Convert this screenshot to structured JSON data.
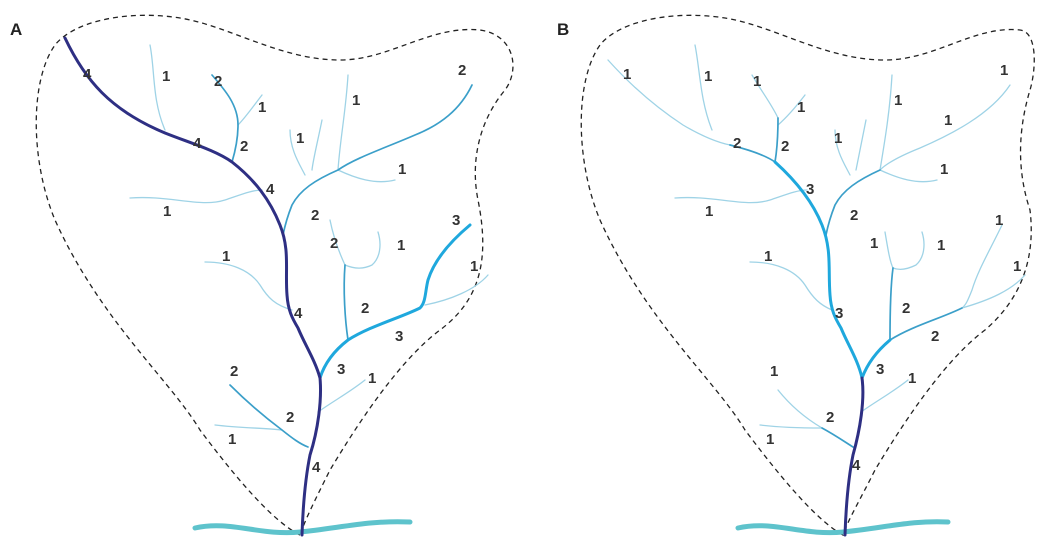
{
  "panels": [
    {
      "id": "A",
      "letter": "A",
      "labels": [
        "4",
        "1",
        "2",
        "1",
        "1",
        "4",
        "2",
        "1",
        "2",
        "1",
        "4",
        "1",
        "2",
        "2",
        "1",
        "3",
        "1",
        "1",
        "4",
        "2",
        "3",
        "3",
        "1",
        "2",
        "2",
        "1",
        "4"
      ]
    },
    {
      "id": "B",
      "letter": "B",
      "labels": [
        "1",
        "1",
        "1",
        "1",
        "1",
        "1",
        "2",
        "2",
        "1",
        "1",
        "3",
        "1",
        "1",
        "2",
        "1",
        "1",
        "1",
        "1",
        "1",
        "3",
        "2",
        "2",
        "3",
        "1",
        "1",
        "2",
        "1",
        "4"
      ]
    }
  ],
  "colors": {
    "order_1": "#9fd3e6",
    "order_2": "#3b9fc9",
    "order_3": "#1fa8dd",
    "order_4": "#2e2f83",
    "boundary": "#222222",
    "outlet": "#5ec3cc"
  }
}
